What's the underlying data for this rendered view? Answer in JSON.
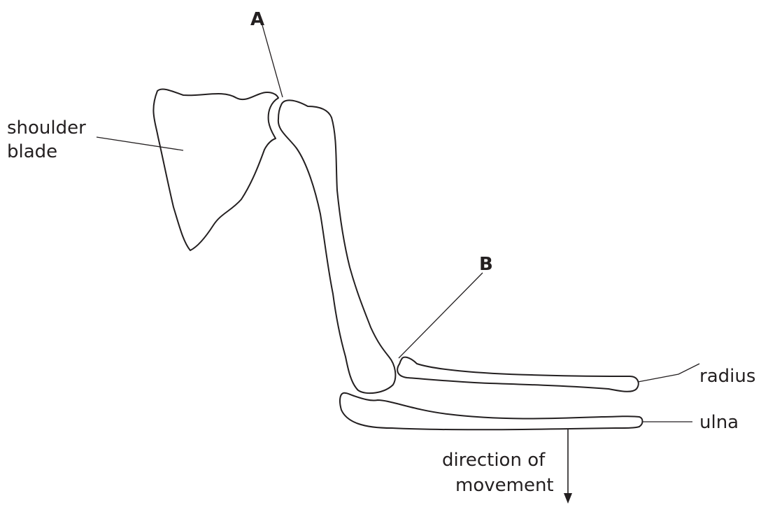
{
  "labels": {
    "a": "A",
    "b": "B",
    "shoulder_blade_line1": "shoulder",
    "shoulder_blade_line2": "blade",
    "radius": "radius",
    "ulna": "ulna",
    "direction_line1": "direction of",
    "direction_line2": "movement"
  }
}
